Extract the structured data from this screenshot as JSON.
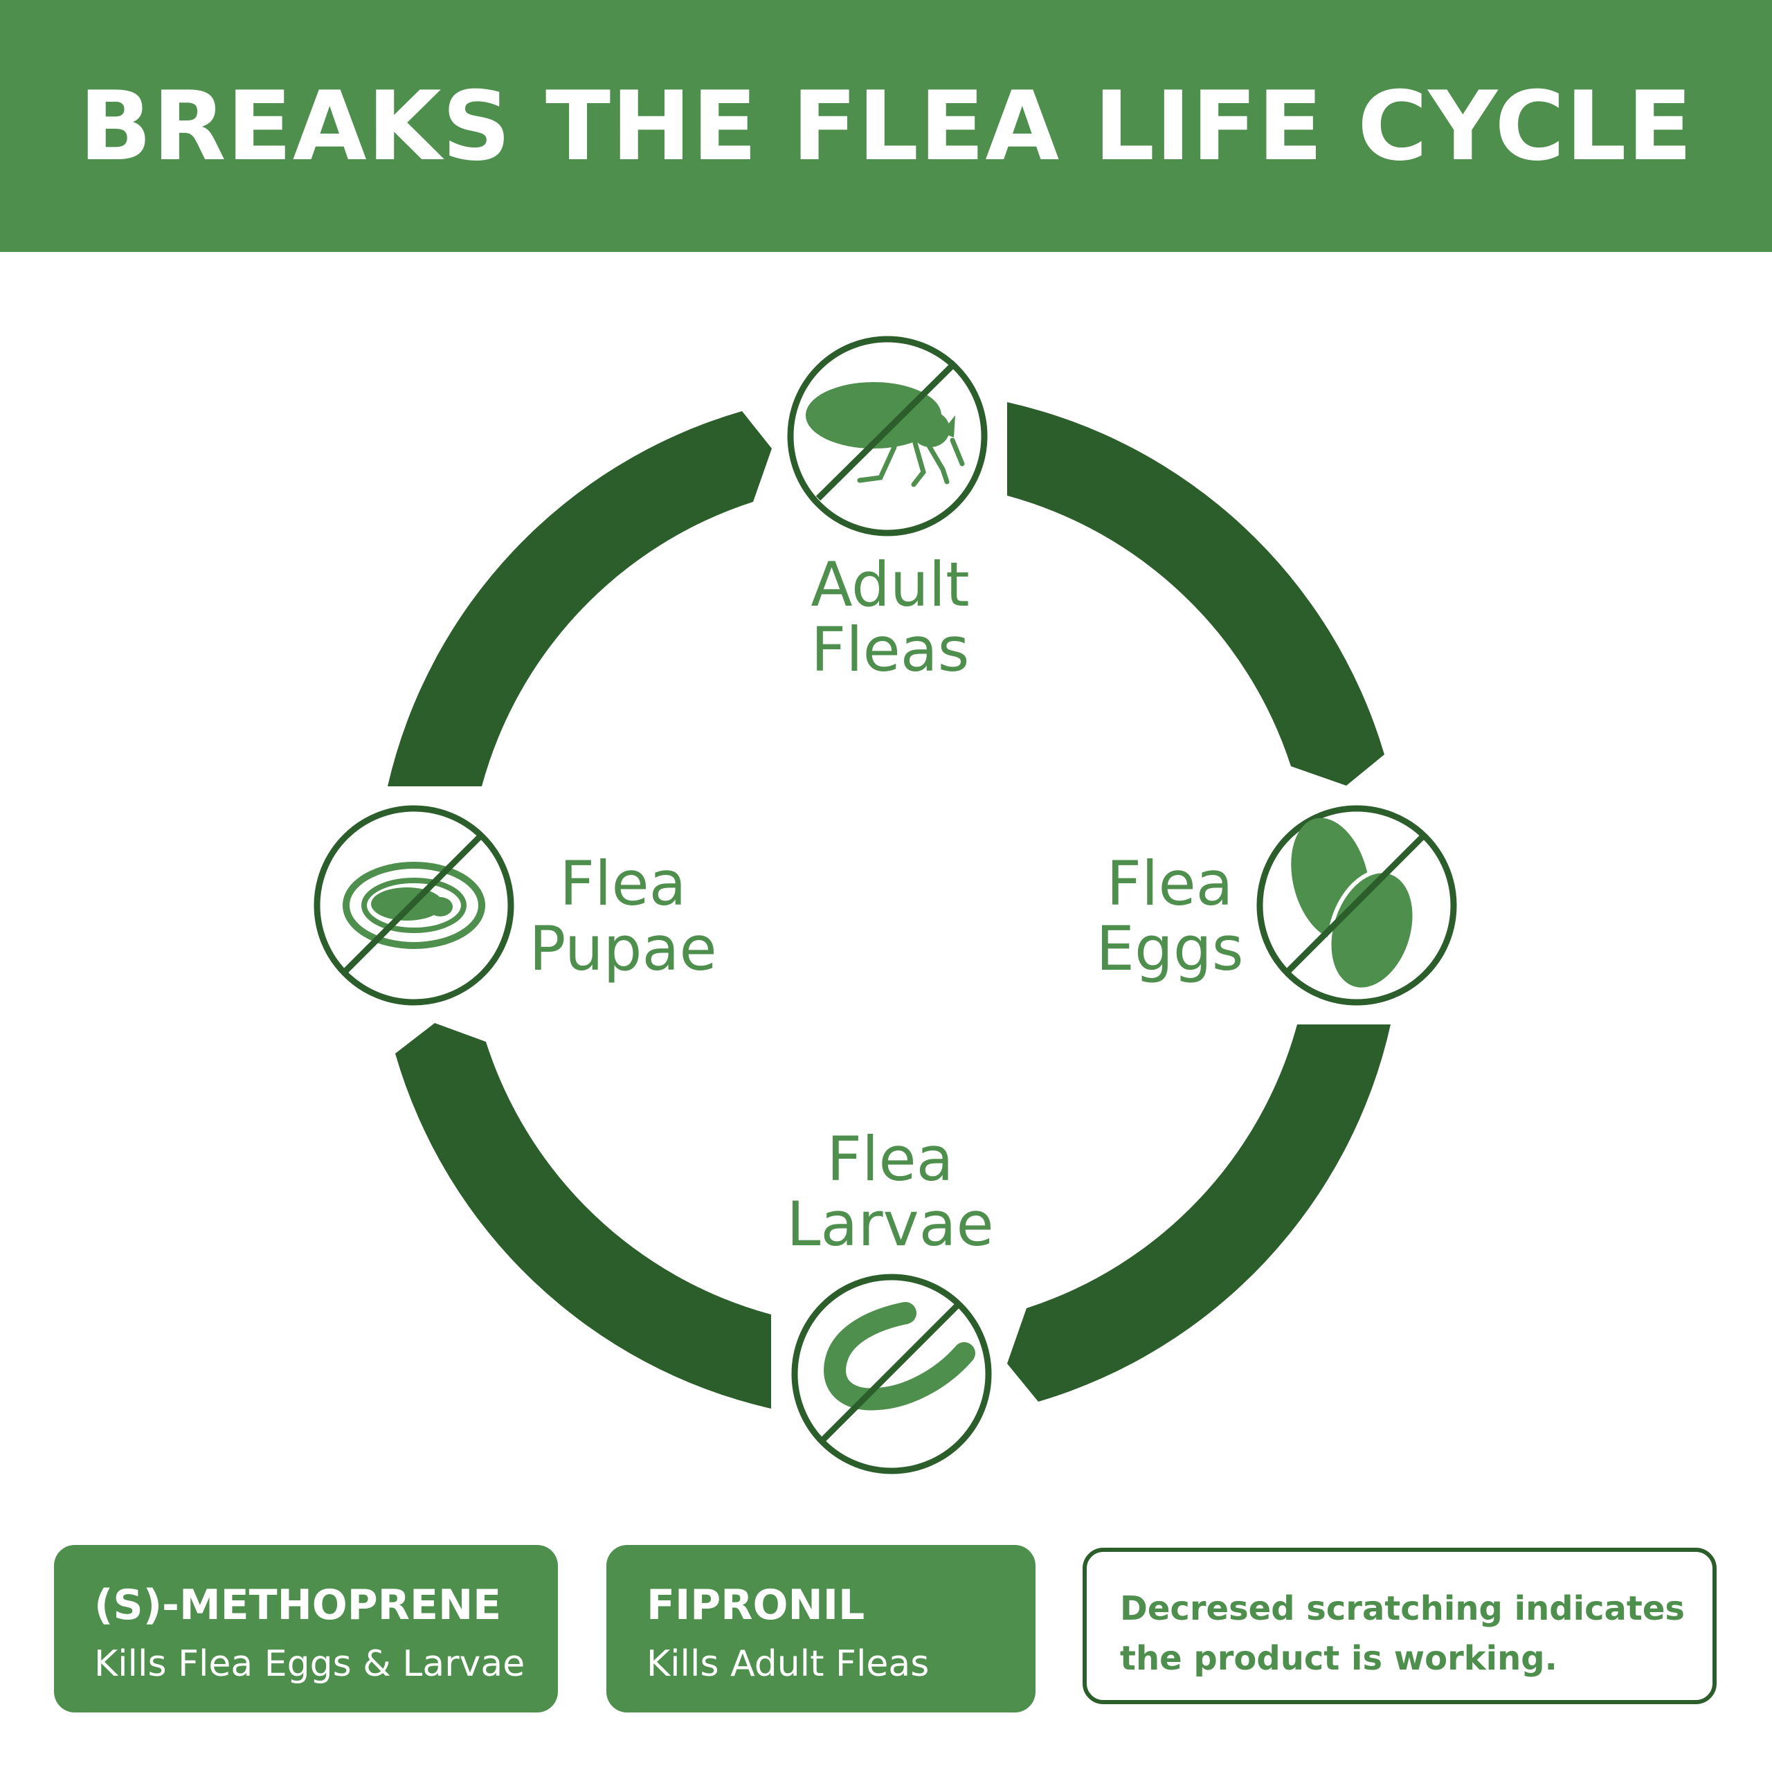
{
  "header": {
    "title": "BREAKS THE FLEA LIFE CYCLE"
  },
  "colors": {
    "brand_green": "#4e8f4d",
    "dark_green": "#2b5e2b",
    "white": "#ffffff"
  },
  "stages": [
    {
      "id": "adult",
      "line1": "Adult",
      "line2": "Fleas",
      "icon": "crossed-adult-flea-icon"
    },
    {
      "id": "eggs",
      "line1": "Flea",
      "line2": "Eggs",
      "icon": "crossed-flea-eggs-icon"
    },
    {
      "id": "larvae",
      "line1": "Flea",
      "line2": "Larvae",
      "icon": "crossed-flea-larva-icon"
    },
    {
      "id": "pupae",
      "line1": "Flea",
      "line2": "Pupae",
      "icon": "crossed-flea-pupa-icon"
    }
  ],
  "cards": {
    "methoprene": {
      "title": "(S)-METHOPRENE",
      "subtitle": "Kills Flea Eggs & Larvae"
    },
    "fipronil": {
      "title": "FIPRONIL",
      "subtitle": "Kills Adult Fleas"
    },
    "note": {
      "text": "Decresed scratching  indicates the product is working."
    }
  }
}
